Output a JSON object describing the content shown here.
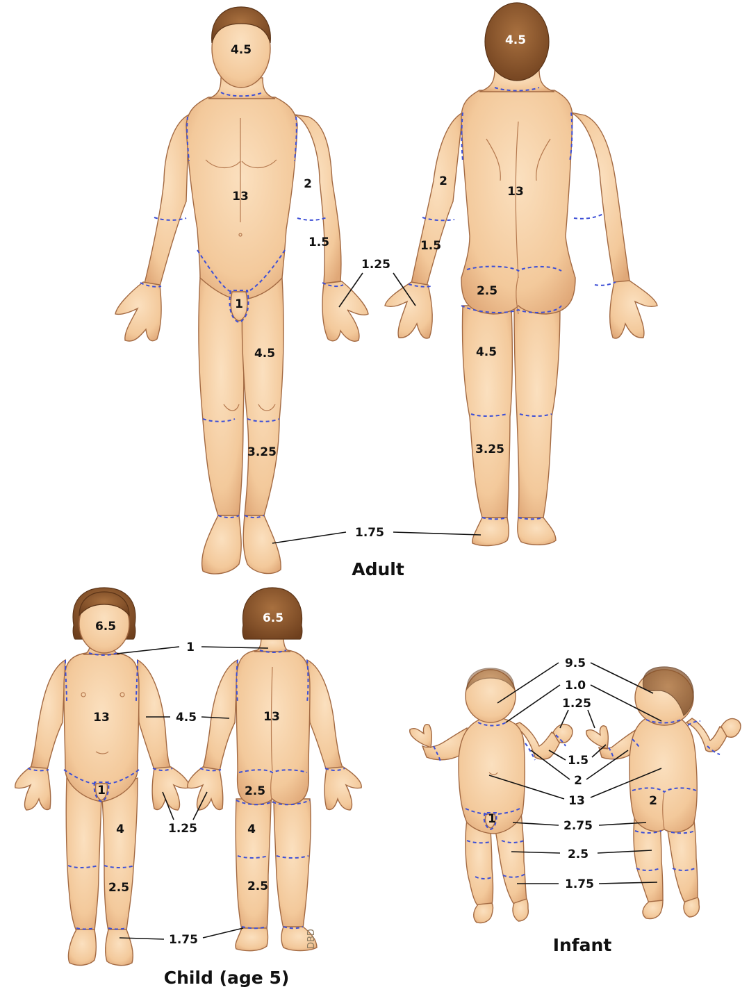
{
  "captions": {
    "adult": "Adult",
    "child": "Child (age 5)",
    "infant": "Infant"
  },
  "adult": {
    "front": {
      "head": "4.5",
      "trunk": "13",
      "upper_arm": "2",
      "forearm": "1.5",
      "genitals": "1",
      "thigh": "4.5",
      "leg": "3.25"
    },
    "back": {
      "head": "4.5",
      "upper_arm": "2",
      "trunk": "13",
      "forearm": "1.5",
      "buttock": "2.5",
      "thigh": "4.5",
      "leg": "3.25"
    },
    "hand": "1.25",
    "foot": "1.75"
  },
  "child": {
    "head_front": "6.5",
    "head_back": "6.5",
    "neck": "1",
    "trunk_front": "13",
    "trunk_back": "13",
    "arm": "4.5",
    "genitals": "1",
    "buttock": "2.5",
    "hand": "1.25",
    "thigh_front": "4",
    "thigh_back": "4",
    "leg_front": "2.5",
    "leg_back": "2.5",
    "foot": "1.75"
  },
  "infant": {
    "head": "9.5",
    "neck": "1.0",
    "hand": "1.25",
    "forearm": "1.5",
    "upper_arm": "2",
    "trunk": "13",
    "genitals": "1",
    "buttock": "2",
    "thigh": "2.75",
    "leg": "2.5",
    "foot": "1.75"
  },
  "signature": "DBD",
  "colors": {
    "skin": "#f3c99b",
    "skin_shadow": "#e0a878",
    "outline": "#a36a43",
    "hair": "#8a552d",
    "dashed_line": "#3d4fd6",
    "leader": "#111111"
  }
}
